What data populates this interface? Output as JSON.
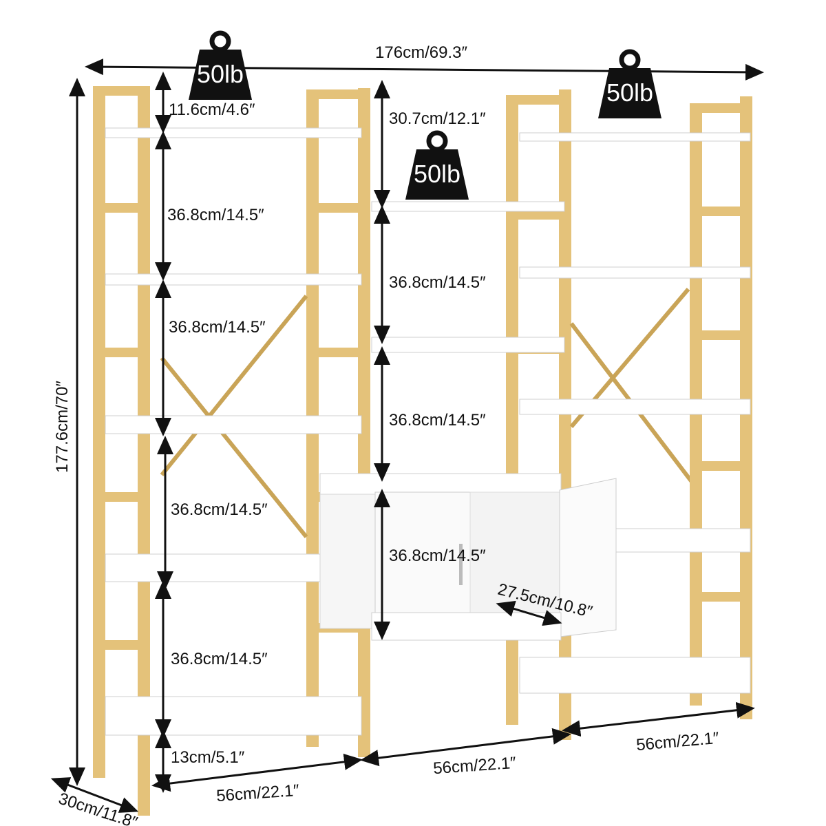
{
  "overall": {
    "width": "176cm/69.3″",
    "height": "177.6cm/70″",
    "depth": "30cm/11.8″"
  },
  "weights": {
    "left": "50lb",
    "center": "50lb",
    "right": "50lb"
  },
  "left_unit": {
    "top_gap": "11.6cm/4.6″",
    "gap_1": "36.8cm/14.5″",
    "gap_2": "36.8cm/14.5″",
    "gap_3": "36.8cm/14.5″",
    "gap_4": "36.8cm/14.5″",
    "bottom_gap": "13cm/5.1″",
    "width": "56cm/22.1″"
  },
  "center_unit": {
    "top_gap": "30.7cm/12.1″",
    "gap_1": "36.8cm/14.5″",
    "gap_2": "36.8cm/14.5″",
    "cabinet_height": "36.8cm/14.5″",
    "cabinet_depth": "27.5cm/10.8″",
    "width": "56cm/22.1″"
  },
  "right_unit": {
    "width": "56cm/22.1″"
  },
  "colors": {
    "frame": "#E4C27A",
    "frame_dark": "#C9A457",
    "shelf": "#FFFFFF",
    "line": "#111111"
  }
}
